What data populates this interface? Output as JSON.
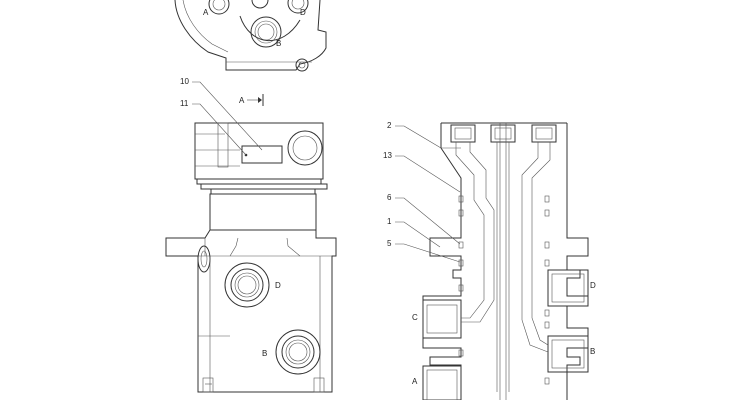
{
  "diagram": {
    "top_view_ports": [
      "A",
      "D",
      "B"
    ],
    "section_arrow_label": "A",
    "front_view": {
      "callouts": [
        "10",
        "11"
      ],
      "port_labels": [
        "D",
        "B"
      ]
    },
    "section_view": {
      "callouts": [
        "2",
        "13",
        "6",
        "1",
        "5"
      ],
      "port_labels_left": [
        "C",
        "A"
      ],
      "port_labels_right": [
        "D",
        "B"
      ]
    }
  }
}
